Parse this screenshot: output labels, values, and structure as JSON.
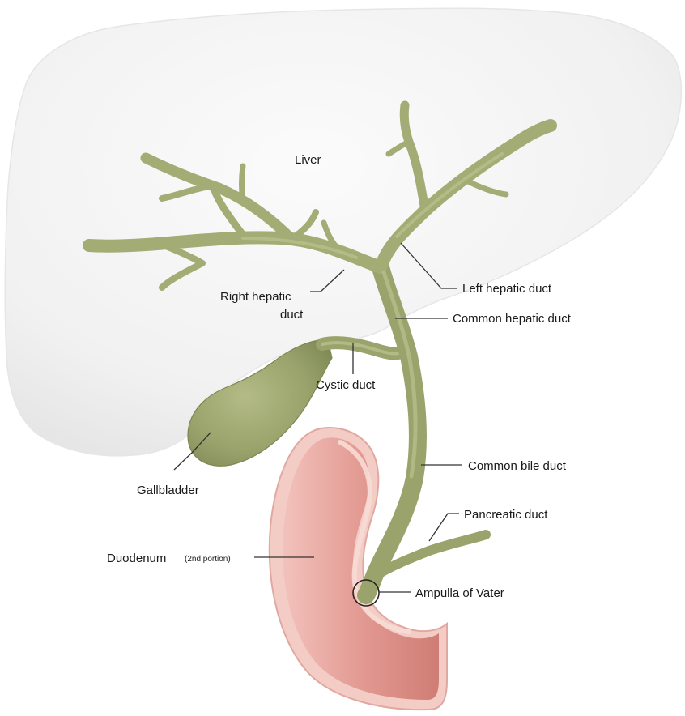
{
  "labels": {
    "liver": "Liver",
    "right_hepatic_duct_line1": "Right hepatic",
    "right_hepatic_duct_line2": "duct",
    "left_hepatic_duct": "Left hepatic duct",
    "common_hepatic_duct": "Common hepatic duct",
    "cystic_duct": "Cystic duct",
    "gallbladder": "Gallbladder",
    "common_bile_duct": "Common bile duct",
    "pancreatic_duct": "Pancreatic duct",
    "duodenum": "Duodenum",
    "duodenum_note": "(2nd portion)",
    "ampulla_of_vater": "Ampulla of Vater"
  },
  "colors": {
    "liver_fill": "#f2f2f2",
    "liver_edge": "#e2e2e2",
    "duct_fill": "#a7b07a",
    "duct_shade": "#8a9460",
    "duct_highlight": "#c3ca98",
    "gallbladder_fill": "#9aa36c",
    "duodenum_outer": "#e8a8a4",
    "duodenum_inner": "#d9867d",
    "duodenum_rim": "#f6d6d0",
    "leader_line": "#333333"
  }
}
